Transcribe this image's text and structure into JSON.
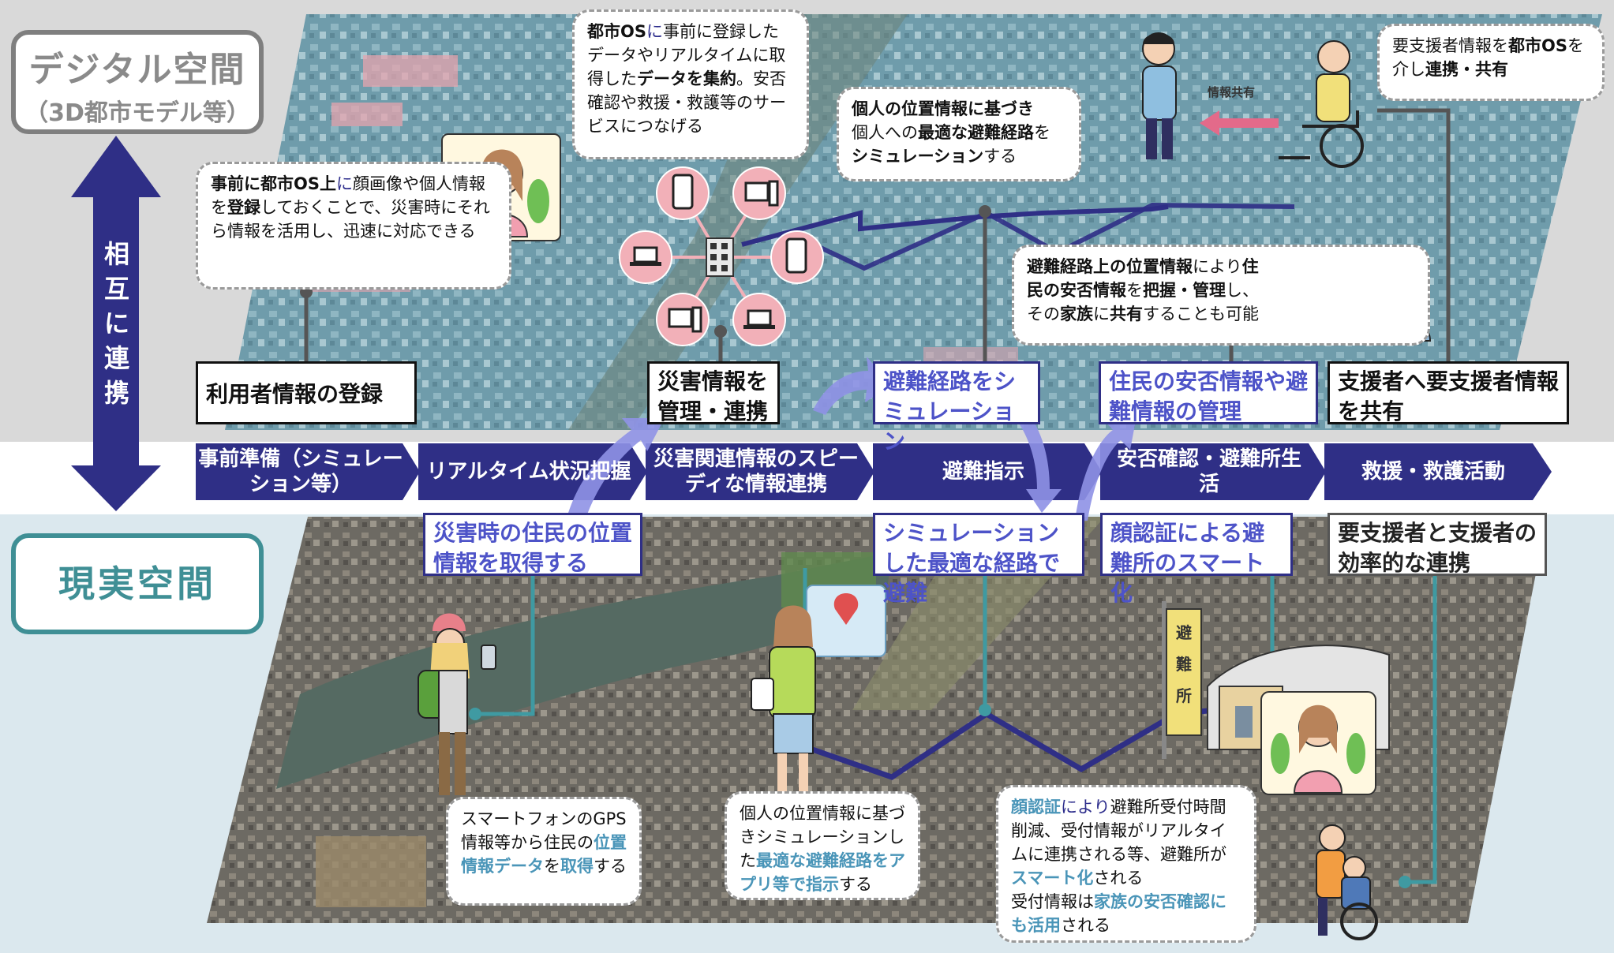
{
  "spaces": {
    "digital_line1": "デジタル空間",
    "digital_line2": "（3D都市モデル等）",
    "real": "現実空間"
  },
  "link_label": [
    "相",
    "互",
    "に",
    "連",
    "携"
  ],
  "process_steps": [
    "事前準備（シミュレーション等）",
    "リアルタイム状況把握",
    "災害関連情報のスピーディな情報連携",
    "避難指示",
    "安否確認・避難所生活",
    "救援・救護活動"
  ],
  "digital_boxes": [
    "利用者情報の登録",
    "災害情報を管理・連携",
    "避難経路をシミュレーション",
    "住民の安否情報や避難情報の管理",
    "支援者へ要支援者情報を共有"
  ],
  "real_boxes": [
    "災害時の住民の位置情報を取得する",
    "シミュレーションした最適な経路で避難",
    "顔認証による避難所のスマート化",
    "要支援者と支援者の効率的な連携"
  ],
  "bubbles": {
    "registration": {
      "p1": "事前に都市OS上",
      "p2": "に",
      "p3": "顔画像や個人情報を",
      "p4": "登録",
      "p5": "しておくことで、災害時にそれら情報を活用し、迅速に対応できる"
    },
    "city_os": {
      "p1": "都市OS",
      "p2": "に",
      "p3": "事前に登録したデータやリアルタイムに取得した",
      "p4": "データを集約",
      "p5": "。安否確認や救援・救護等のサービスにつなげる"
    },
    "route": {
      "p1": "個人の位置情報に基づき",
      "p2": "個人への",
      "p3": "最適な避難経路",
      "p4": "を",
      "p5": "シミュレーション",
      "p6": "する"
    },
    "support": {
      "p1": "要支援者情報を",
      "p2": "都市OS",
      "p3": "を介し",
      "p4": "連携・共有"
    },
    "safety": {
      "p1": "避難経路上の位置情報",
      "p2": "により",
      "p3": "住民の安否情報",
      "p4": "を",
      "p5": "把握・管理",
      "p6": "し、その",
      "p7": "家族",
      "p8": "に",
      "p9": "共有",
      "p10": "することも可能"
    },
    "gps": {
      "p1": "スマートフォンのGPS情報等から住民の",
      "p2": "位置情報データ",
      "p3": "を",
      "p4": "取得",
      "p5": "する"
    },
    "app": {
      "p1": "個人の位置情報に基づきシミュレーションした",
      "p2": "最適な避難経路を",
      "p3": "アプリ等で指示",
      "p4": "する"
    },
    "face": {
      "p1": "顔認証",
      "p2": "により",
      "p3": "避難所受付時間削減、受付情報がリアルタイムに連携される等、避難所が",
      "p4": "スマート化",
      "p5": "される",
      "p6": "受付情報は",
      "p7": "家族の安否確認にも活用",
      "p8": "される"
    }
  },
  "illustration_labels": {
    "info_share": "情報共有",
    "shelter_sign": [
      "避",
      "難",
      "所"
    ]
  },
  "colors": {
    "navy": "#2f2f86",
    "teal": "#3f8f95",
    "light_teal": "#4a95b8",
    "gray": "#7f7f7f",
    "digital_bg": "#d9d9d9",
    "real_bg": "#dbe8ee",
    "pink": "#f2b0b8"
  },
  "icons": [
    "double-arrow-icon",
    "smartphone-icon",
    "computer-icon",
    "laptop-icon",
    "building-icon",
    "map-pin-icon",
    "wheelchair-icon",
    "person-icon"
  ]
}
